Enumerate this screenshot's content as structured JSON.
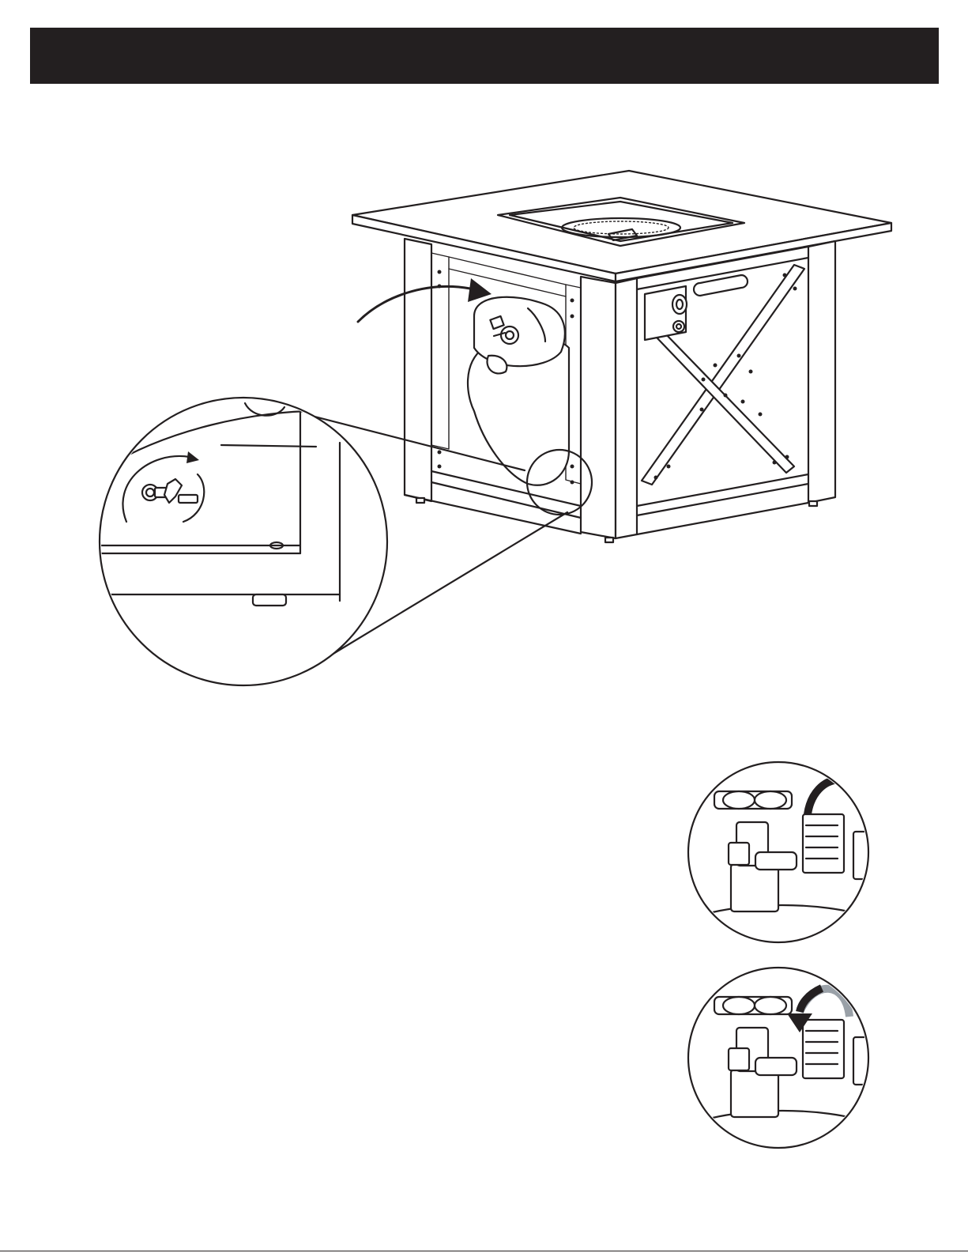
{
  "page": {
    "header_bar_color": "#231f20",
    "line_color": "#231f20",
    "arrow_gray": "#9aa1a8",
    "arrow_dark": "#231f20"
  },
  "figures": [
    {
      "name": "fire-pit-table-with-propane-tank"
    },
    {
      "name": "wing-nut-detail"
    },
    {
      "name": "valve-open-detail"
    },
    {
      "name": "valve-close-detail"
    }
  ]
}
